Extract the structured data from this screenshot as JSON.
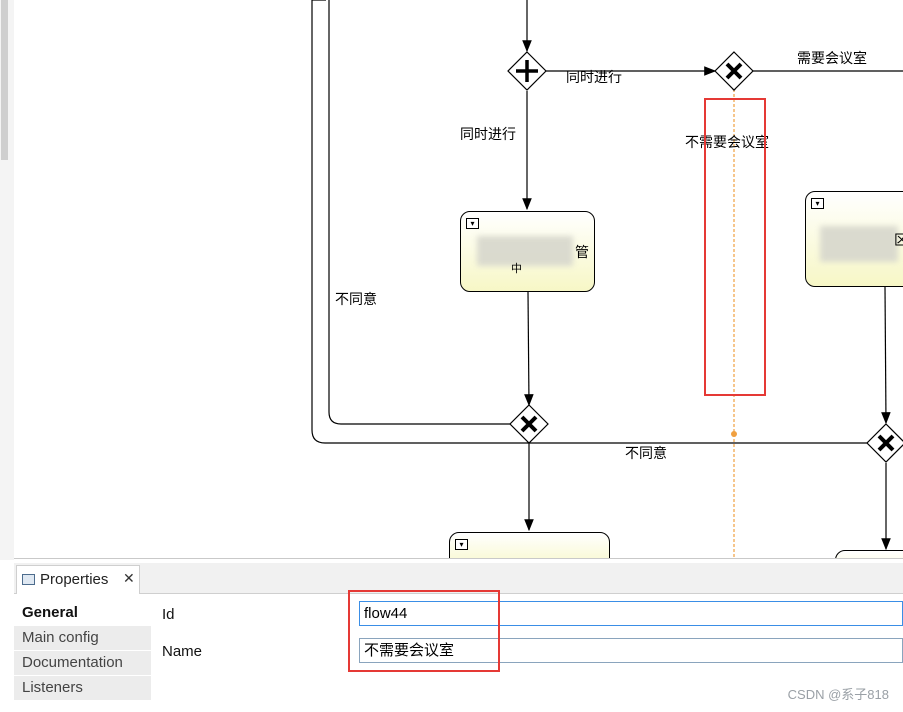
{
  "diagram": {
    "flow_labels": {
      "parallel_right": "同时进行",
      "parallel_down": "同时进行",
      "need_room": "需要会议室",
      "no_room": "不需要会议室",
      "disagree_left": "不同意",
      "disagree_bottom": "不同意"
    },
    "task_partial_chars": {
      "left_task_char_a": "管",
      "left_task_char_b": "中",
      "right_task_char": "区"
    }
  },
  "properties": {
    "tab_label": "Properties",
    "side_tabs": [
      "General",
      "Main config",
      "Documentation",
      "Listeners"
    ],
    "fields": {
      "id_label": "Id",
      "id_value": "flow44",
      "name_label": "Name",
      "name_value": "不需要会议室"
    }
  },
  "watermark": "CSDN @系子818",
  "colors": {
    "highlight": "#e53935",
    "selected_flow": "#f0a040",
    "task_fill_bottom": "#f7f7c6"
  }
}
